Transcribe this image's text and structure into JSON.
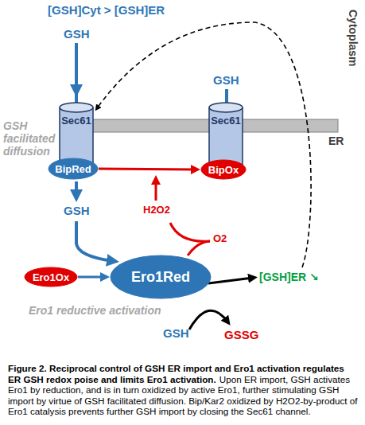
{
  "diagram": {
    "title": "Figure 2. Reciprocal control of GSH ER import and Ero1 activation regulates ER GSH redox poise and limits Ero1 activation.",
    "caption": "Upon ER import, GSH activates Ero1 by reduction, and is in turn oxidized by active Ero1, further stimulating GSH import by virtue of GSH facilitated diffusion. Bip/Kar2 oxidized by H2O2-by-product of Ero1 catalysis prevents further GSH import by closing the Sec61 channel.",
    "nodes": [
      {
        "text": [
          "Sec61"
        ]
      },
      {
        "text": [
          "Sec61"
        ]
      },
      {
        "text": [
          "BipRed"
        ]
      },
      {
        "text": [
          "BipOx"
        ]
      },
      {
        "text": [
          "Ero1Ox"
        ]
      },
      {
        "text": [
          "Ero1Red"
        ]
      }
    ],
    "edges": [
      {
        "from": 2,
        "to": 3,
        "arrow": "to"
      },
      {
        "from": 4,
        "to": 5,
        "arrow": "to"
      }
    ],
    "labels": [
      "[GSH]Cyt > [GSH]ER",
      "GSH",
      "GSH",
      "Cytoplasm",
      "ER",
      "GSH facilitated diffusion",
      "GSH",
      "H2O2",
      "O2",
      "Ero1 reductive activation",
      "GSH",
      "GSSG",
      "[GSH]ER ↘"
    ]
  }
}
